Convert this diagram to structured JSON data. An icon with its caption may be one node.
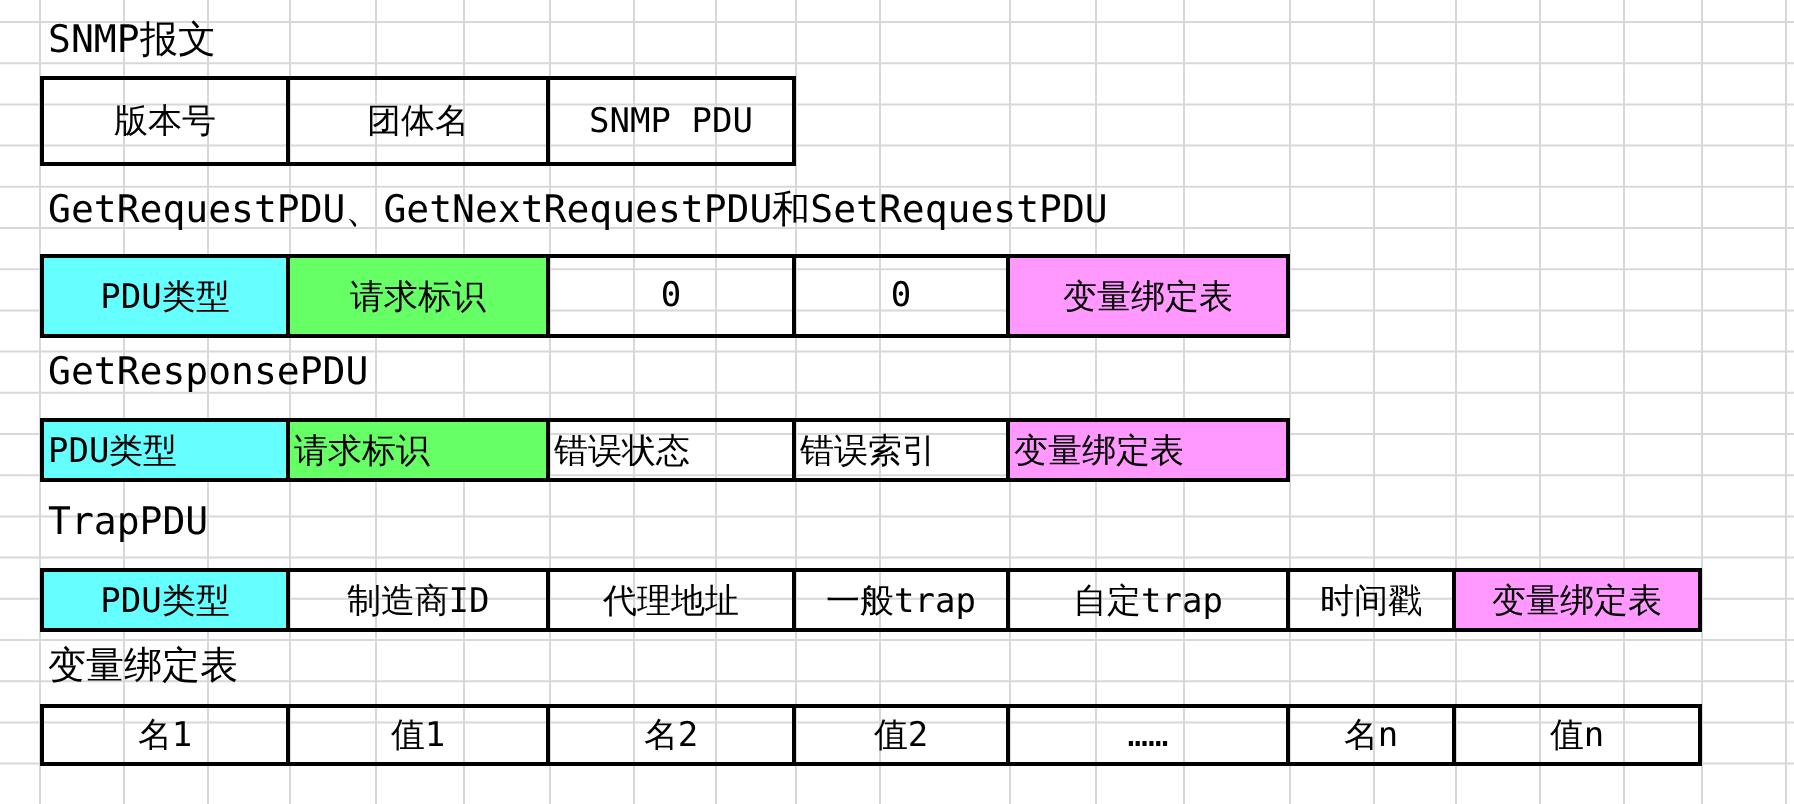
{
  "diagram": {
    "nodes": [
      {
        "text": [
          "版本号"
        ]
      },
      {
        "text": [
          "团体名"
        ]
      },
      {
        "text": [
          "SNMP PDU"
        ]
      },
      {
        "text": [
          "PDU类型"
        ]
      },
      {
        "text": [
          "请求标识"
        ]
      },
      {
        "text": [
          "0"
        ]
      },
      {
        "text": [
          "0"
        ]
      },
      {
        "text": [
          "变量绑定表"
        ]
      },
      {
        "text": [
          "PDU类型"
        ]
      },
      {
        "text": [
          "请求标识"
        ]
      },
      {
        "text": [
          "错误状态"
        ]
      },
      {
        "text": [
          "错误索引"
        ]
      },
      {
        "text": [
          "变量绑定表"
        ]
      },
      {
        "text": [
          "PDU类型"
        ]
      },
      {
        "text": [
          "制造商ID"
        ]
      },
      {
        "text": [
          "代理地址"
        ]
      },
      {
        "text": [
          "一般trap"
        ]
      },
      {
        "text": [
          "自定trap"
        ]
      },
      {
        "text": [
          "时间戳"
        ]
      },
      {
        "text": [
          "变量绑定表"
        ]
      },
      {
        "text": [
          "名1"
        ]
      },
      {
        "text": [
          "值1"
        ]
      },
      {
        "text": [
          "名2"
        ]
      },
      {
        "text": [
          "值2"
        ]
      },
      {
        "text": [
          "……"
        ]
      },
      {
        "text": [
          "名n"
        ]
      },
      {
        "text": [
          "值n"
        ]
      }
    ],
    "labels": [
      "SNMP报文",
      "GetRequestPDU、GetNextRequestPDU和SetRequestPDU",
      "GetResponsePDU",
      "TrapPDU",
      "变量绑定表"
    ]
  }
}
